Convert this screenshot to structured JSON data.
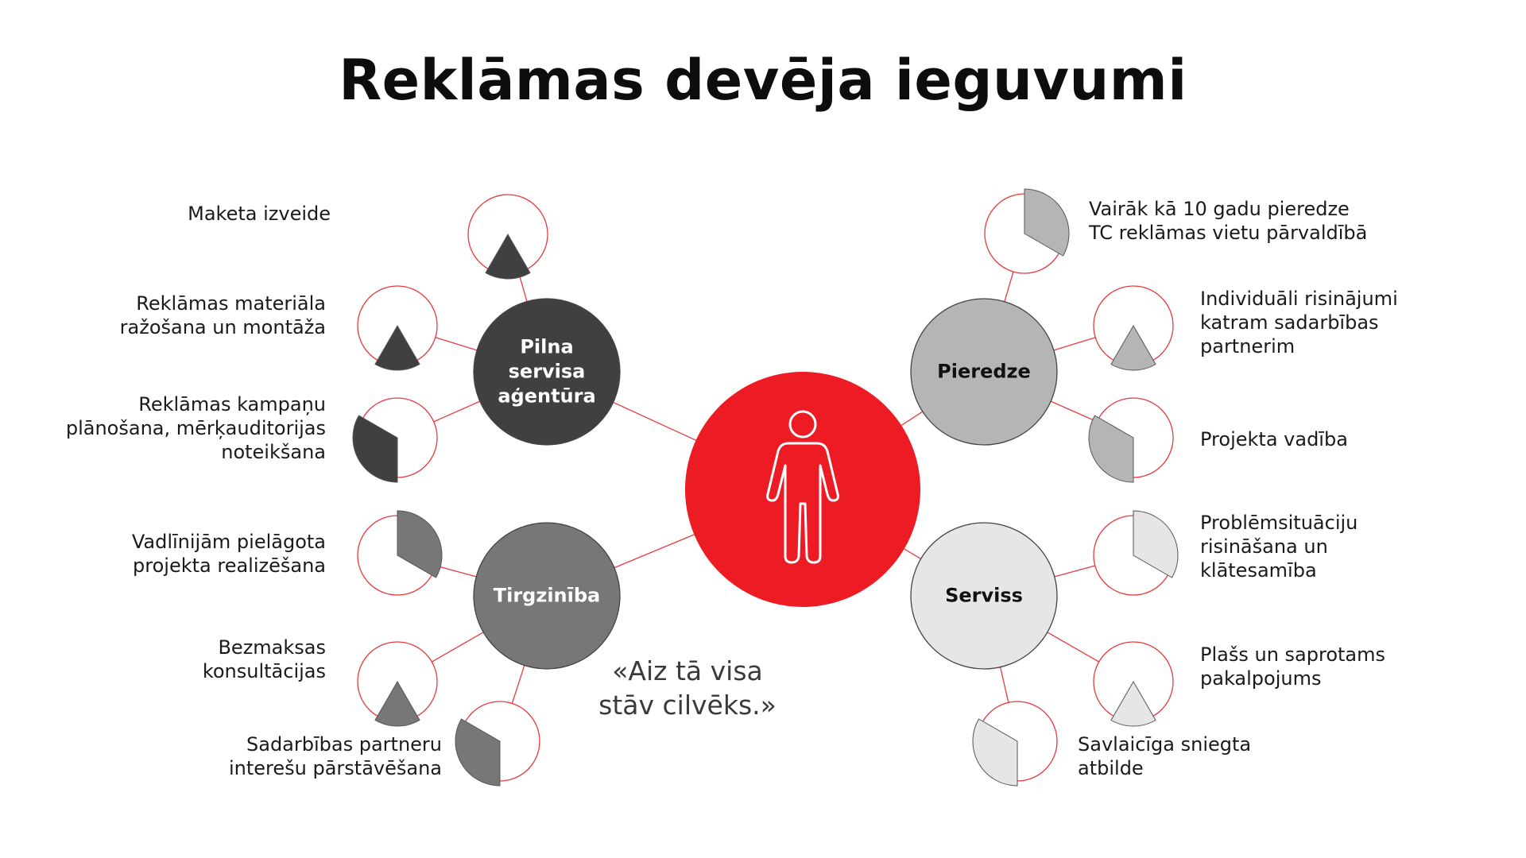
{
  "title": "Reklāmas devēja ieguvumi",
  "quote": "«Aiz tā visa stāv cilvēks.»",
  "colors": {
    "accent_red": "#ed1c24",
    "line_red": "#e63b3f",
    "dark": "#404040",
    "mid": "#777777",
    "light_gray": "#b5b5b5",
    "lightest_gray": "#e6e6e6"
  },
  "center": {
    "icon": "person-icon"
  },
  "hubs": [
    {
      "id": "pilna",
      "label_lines": [
        "Pilna",
        "servisa",
        "aģentūra"
      ],
      "color": "#404040",
      "text_color": "#ffffff",
      "items": [
        {
          "label_lines": [
            "Maketa izveide"
          ]
        },
        {
          "label_lines": [
            "Reklāmas materiāla",
            "ražošana un montāža"
          ]
        },
        {
          "label_lines": [
            "Reklāmas kampaņu",
            "plānošana, mērķauditorijas",
            "noteikšana"
          ]
        }
      ]
    },
    {
      "id": "tirgziniba",
      "label_lines": [
        "Tirgzinība"
      ],
      "color": "#777777",
      "text_color": "#ffffff",
      "items": [
        {
          "label_lines": [
            "Vadlīnijām pielāgota",
            "projekta realizēšana"
          ]
        },
        {
          "label_lines": [
            "Bezmaksas",
            "konsultācijas"
          ]
        },
        {
          "label_lines": [
            "Sadarbības partneru",
            "interešu pārstāvēšana"
          ]
        }
      ]
    },
    {
      "id": "pieredze",
      "label_lines": [
        "Pieredze"
      ],
      "color": "#b5b5b5",
      "text_color": "#111111",
      "items": [
        {
          "label_lines": [
            "Vairāk kā 10 gadu pieredze",
            "TC  reklāmas vietu pārvaldībā"
          ]
        },
        {
          "label_lines": [
            "Individuāli risinājumi",
            "katram sadarbības",
            "partnerim"
          ]
        },
        {
          "label_lines": [
            "Projekta vadība"
          ]
        }
      ]
    },
    {
      "id": "serviss",
      "label_lines": [
        "Serviss"
      ],
      "color": "#e6e6e6",
      "text_color": "#111111",
      "items": [
        {
          "label_lines": [
            "Problēmsituāciju",
            "risināšana un",
            "klātesamība"
          ]
        },
        {
          "label_lines": [
            "Plašs un saprotams",
            "pakalpojums"
          ]
        },
        {
          "label_lines": [
            "Savlaicīga sniegta",
            "atbilde"
          ]
        }
      ]
    }
  ]
}
